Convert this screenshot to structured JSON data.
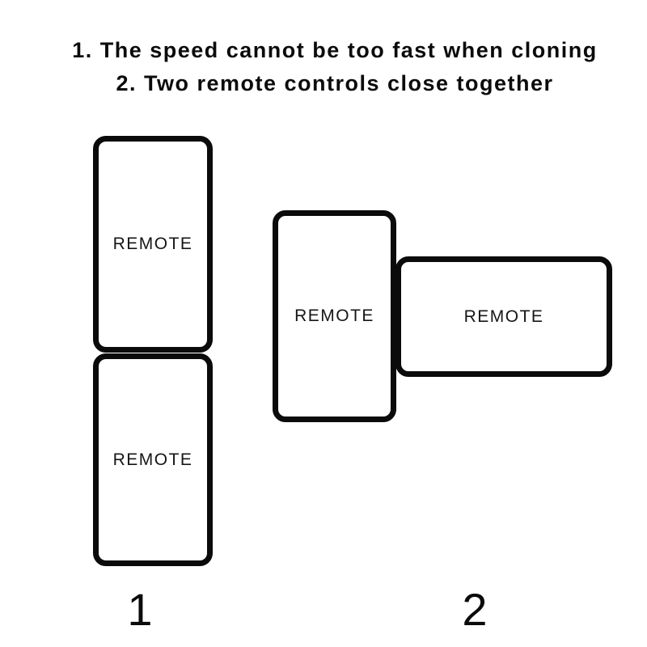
{
  "colors": {
    "background": "#ffffff",
    "ink": "#0b0b0b"
  },
  "header": {
    "line1": "1. The speed cannot be too fast when cloning",
    "line2": "2. Two remote controls close together"
  },
  "figures": [
    {
      "label": "1",
      "arrangement": "stacked-vertically",
      "cards": [
        {
          "text": "REMOTE"
        },
        {
          "text": "REMOTE"
        }
      ]
    },
    {
      "label": "2",
      "arrangement": "side-by-side",
      "cards": [
        {
          "text": "REMOTE"
        },
        {
          "text": "REMOTE"
        }
      ]
    }
  ]
}
